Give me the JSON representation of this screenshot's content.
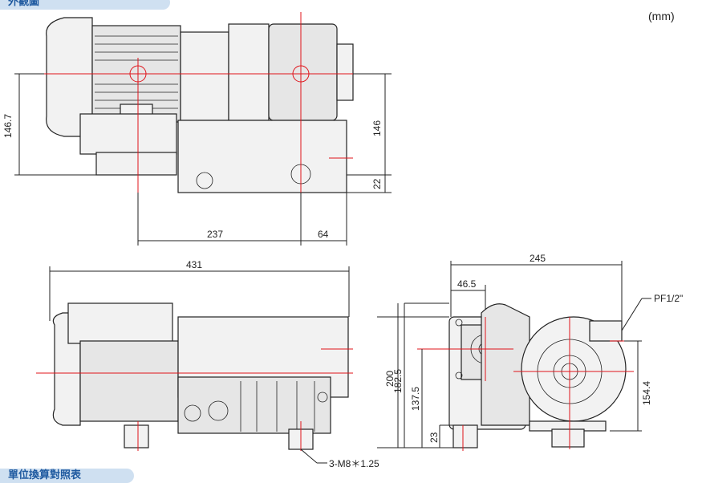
{
  "section_top": "外觀圖",
  "section_bottom": "單位換算對照表",
  "unit_label": "(mm)",
  "dimensions": {
    "side_height": "146.7",
    "pump_height": "146",
    "base_offset": "22",
    "length_a": "237",
    "length_b": "64",
    "total_length": "431",
    "width": "245",
    "flange_offset": "46.5",
    "total_height": "200",
    "height_a": "182.5",
    "height_b": "137.5",
    "height_c": "154.4",
    "foot_height": "23"
  },
  "callouts": {
    "port": "PF1/2\"",
    "bolts": "3-M8＊1.25"
  }
}
